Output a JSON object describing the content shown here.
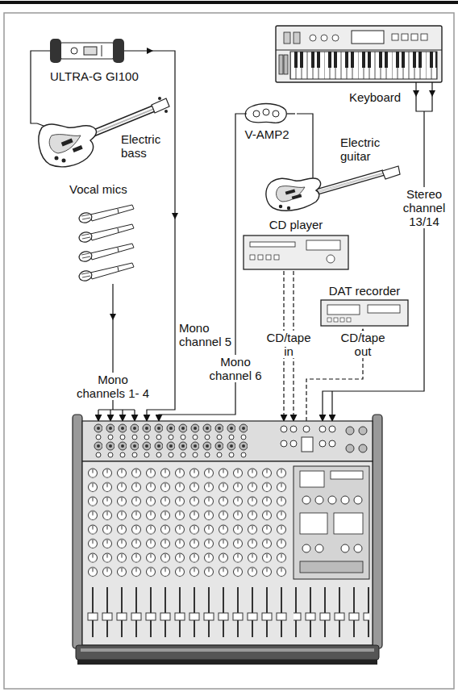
{
  "diagram": {
    "nodes": [
      {
        "text": [
          "ULTRA-G GI100"
        ]
      },
      {
        "text": [
          "Keyboard"
        ]
      },
      {
        "text": [
          "V-AMP2"
        ]
      },
      {
        "text": [
          "Electric bass"
        ]
      },
      {
        "text": [
          "Electric guitar"
        ]
      },
      {
        "text": [
          "Vocal mics"
        ]
      },
      {
        "text": [
          "CD player"
        ]
      },
      {
        "text": [
          "DAT recorder"
        ]
      }
    ],
    "edges": [
      {
        "from": 3,
        "to": 0,
        "arrow": "none"
      },
      {
        "from": 4,
        "to": 2,
        "arrow": "none"
      }
    ],
    "labels": [
      "Mono channels 1- 4",
      "Mono channel 5",
      "Mono channel 6",
      "CD/tape in",
      "CD/tape out",
      "Stereo channel 13/14"
    ]
  }
}
